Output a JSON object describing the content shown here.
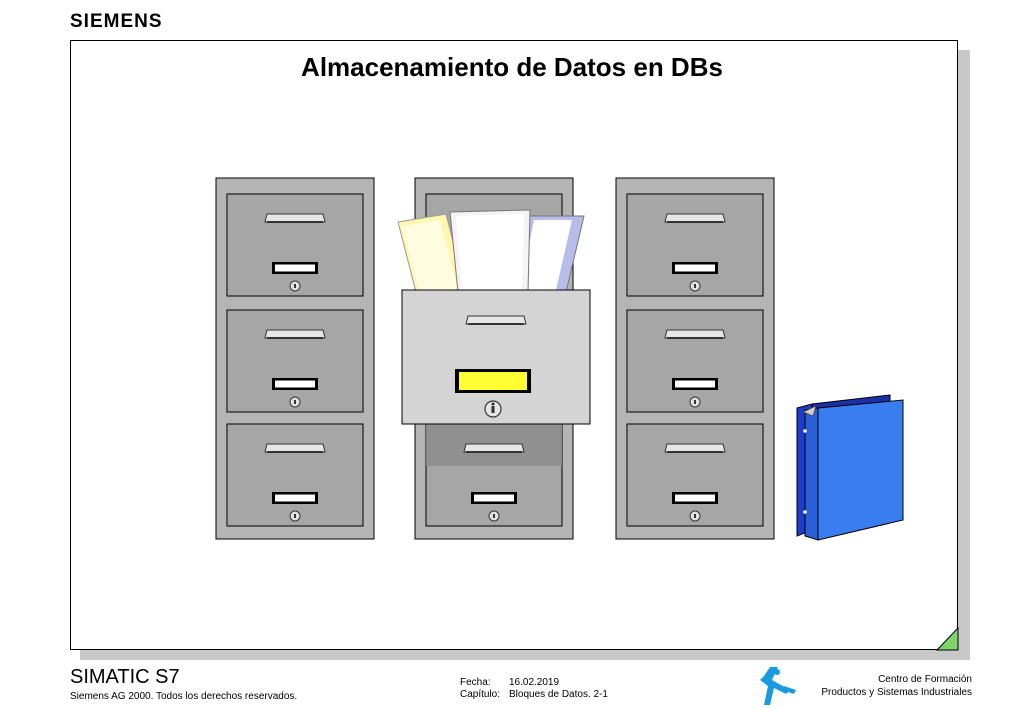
{
  "header": {
    "logo_text": "SIEMENS"
  },
  "slide": {
    "title": "Almacenamiento de Datos en DBs"
  },
  "colors": {
    "cabinet": "#b4b4b4",
    "drawer": "#a6a6a6",
    "open_drawer": "#d4d4d4",
    "highlight_label": "#ffff33",
    "binder": "#3a7df0",
    "corner": "#7ed36b"
  },
  "footer": {
    "product": "SIMATIC S7",
    "copyright": "Siemens AG 2000. Todos los derechos reservados.",
    "date_label": "Fecha:",
    "date_value": "16.02.2019",
    "chapter_label": "Capítulo:",
    "chapter_value": "Bloques de Datos. 2-1",
    "center_line1": "Centro de Formación",
    "center_line2": "Productos y Sistemas Industriales"
  }
}
